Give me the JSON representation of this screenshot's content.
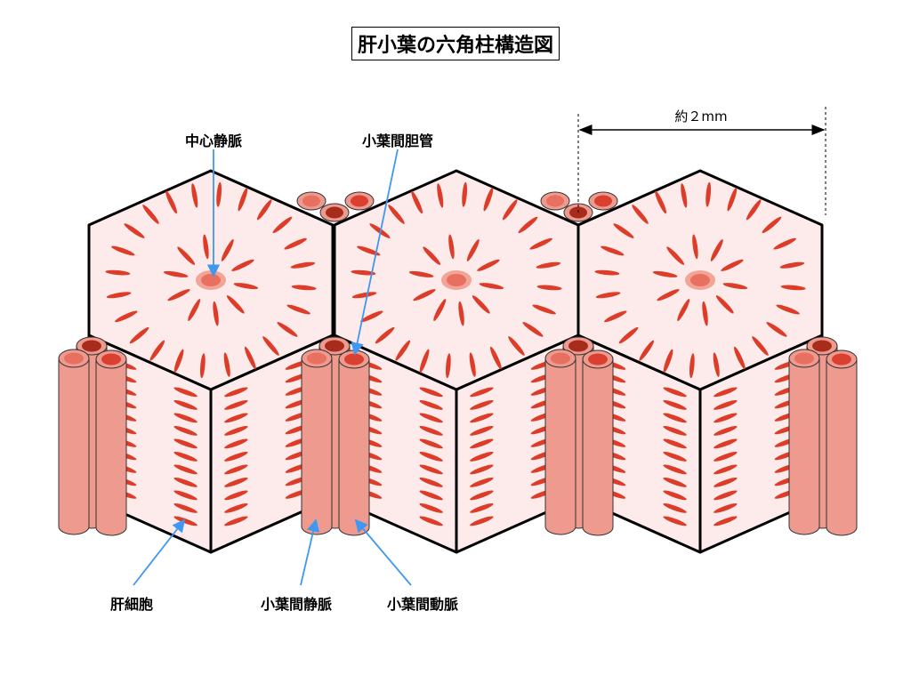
{
  "title": "肝小葉の六角柱構造図",
  "labels": {
    "central_vein": "中心静脈",
    "bile_duct": "小葉間胆管",
    "hepatocyte": "肝細胞",
    "portal_vein": "小葉間静脈",
    "hepatic_artery": "小葉間動脈",
    "scale": "約２mm"
  },
  "colors": {
    "face": "#fcebea",
    "dash": "#dc3c28",
    "vessel": "#ef9a8f",
    "vein_top": "#e87060",
    "artery_top": "#d9402f",
    "duct_top": "#a82c1c",
    "arrow": "#3e97f0"
  }
}
